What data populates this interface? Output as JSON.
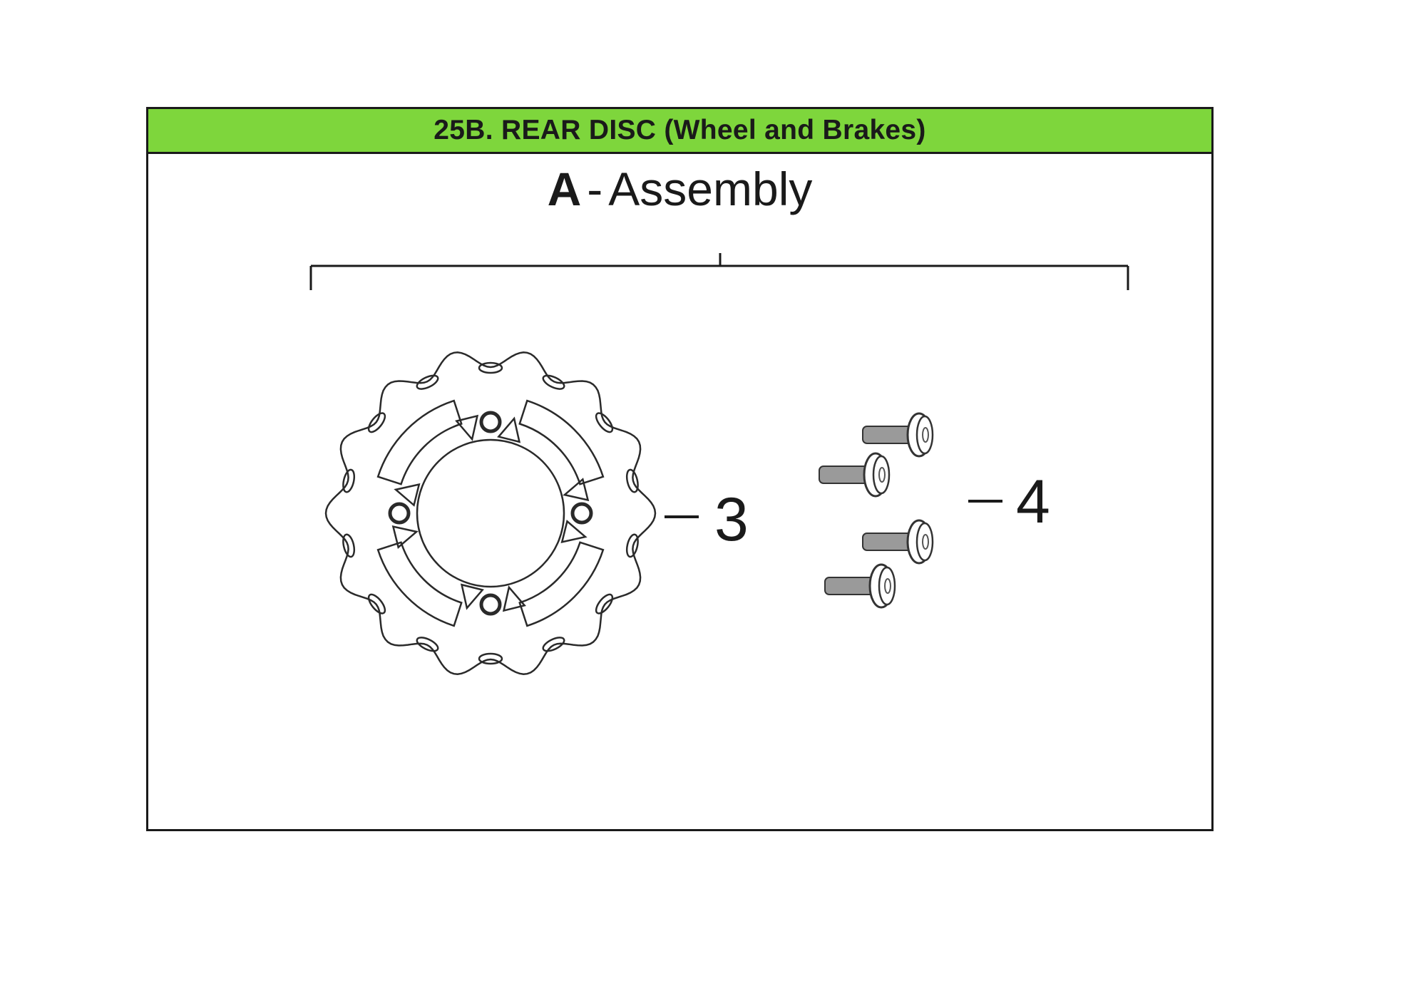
{
  "header": {
    "title": "25B. REAR DISC (Wheel and Brakes)"
  },
  "assembly": {
    "letter": "A",
    "separator": "-",
    "label": "Assembly"
  },
  "parts": [
    {
      "callout": "3",
      "icon": "brake-disc-icon"
    },
    {
      "callout": "4",
      "icon": "bolt-icon",
      "count": 4
    }
  ],
  "colors": {
    "header_bg": "#7ed63c",
    "line": "#1a1a1a"
  }
}
